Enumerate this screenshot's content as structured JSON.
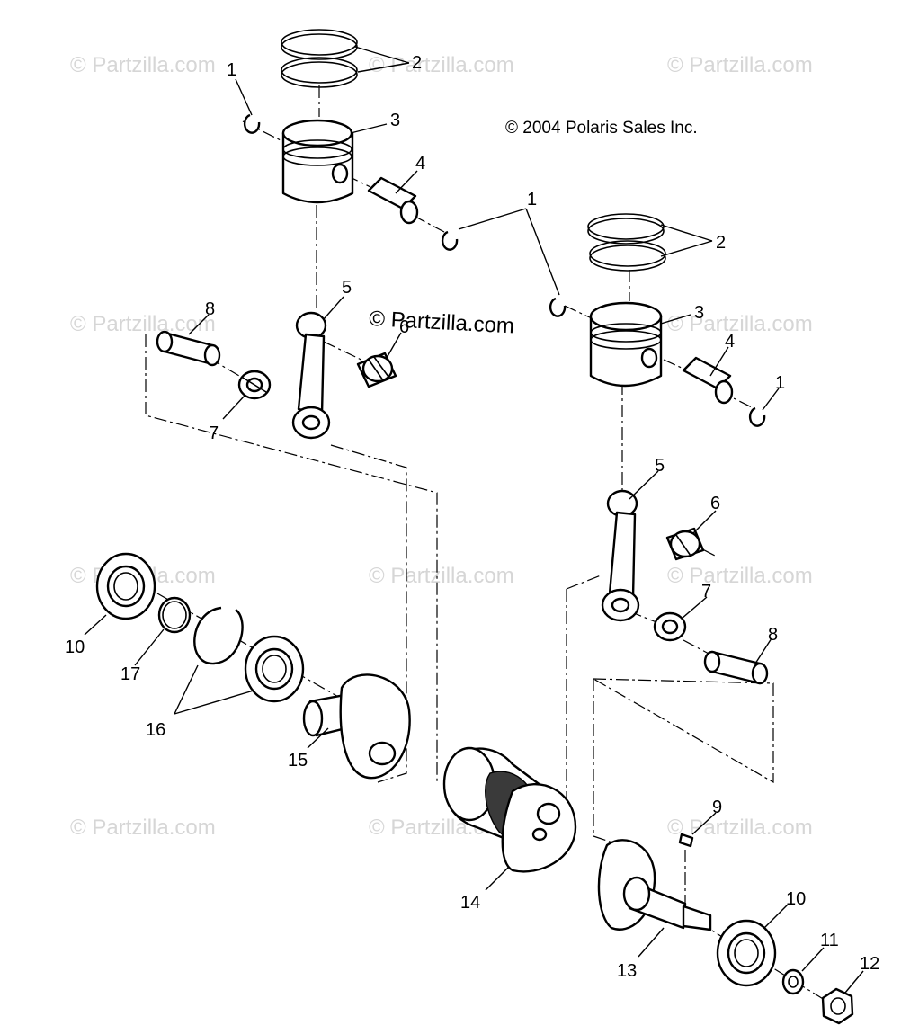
{
  "copyright": "© 2004 Polaris Sales Inc.",
  "watermark": "© Partzilla.com",
  "callouts": {
    "c1a": "1",
    "c2a": "2",
    "c3a": "3",
    "c4a": "4",
    "c1b": "1",
    "c2b": "2",
    "c3b": "3",
    "c4b": "4",
    "c1c": "1",
    "c5a": "5",
    "c6a": "6",
    "c7a": "7",
    "c8a": "8",
    "c5b": "5",
    "c6b": "6",
    "c7b": "7",
    "c8b": "8",
    "c9": "9",
    "c10a": "10",
    "c10b": "10",
    "c11": "11",
    "c12": "12",
    "c13": "13",
    "c14": "14",
    "c15": "15",
    "c16": "16",
    "c17": "17"
  }
}
